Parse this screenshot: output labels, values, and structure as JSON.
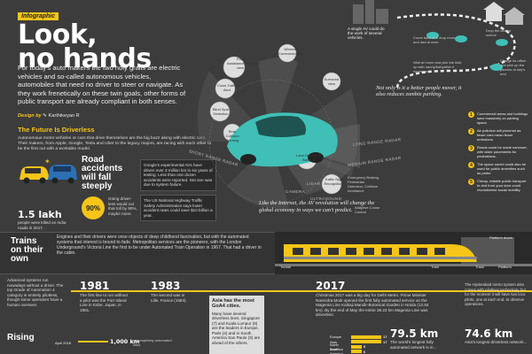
{
  "header": {
    "tag": "Infographic",
    "title_line1": "Look,",
    "title_line2": "no hands",
    "intro": "For today's auto makers the two holy grails are electric vehicles and so-called autonomous vehicles, automobiles that need no driver to steer or navigate. As they work frenetically on these twin goals, other forms of public transport are already compliant in both senses.",
    "credit_label": "Design by",
    "credit_name": "Karthikeyan R"
  },
  "driverless": {
    "heading": "The Future Is Driverless",
    "text": "Autonomous motor vehicles or cars that drive themselves are the big buzz along with electric cars. Their makers, from Apple, Google, Tesla and Uber to the legacy majors, are racing with each other to be the first out with a workable model."
  },
  "accidents": {
    "title": "Road accidents will fall steeply",
    "killed_value": "1.5 lakh",
    "killed_text": "people were killed on India roads in 2017.",
    "pct": "90%",
    "pct_text": "Going driver-less would cut that toll by 90%, maybe more.",
    "google_text": "Google's experimental AVs have driven over 3 million km in six years of testing. Less than one dozen accidents were reported. Not one was due to system failure.",
    "nhtsa_text": "The US National Highway Traffic Safety Administration says lower accident rates could save $10 billion a year."
  },
  "sensors": {
    "park_assist": "Park Assistance/Surround view",
    "cross_traffic": "Cross Traffic Alert",
    "blind_spot": "Blind Spot Detection",
    "surround_view": "Surround view",
    "rear_collision": "Rear Collision Warning",
    "wireless": "Wireless Communication",
    "lane_departure": "Lane Departure Warning",
    "traffic_sign": "Traffic Sign Recognition",
    "emergency": "Emergency Braking, Pedestrian Detection, Collision Avoidance",
    "adaptive_cruise": "Adaptive Cruise Control",
    "long_range_radar": "LONG RANGE RADAR",
    "short_range_radar": "SHORT RANGE RADAR",
    "medium_range_radar": "MEDIUM RANGE RADAR",
    "lidar": "LIDAR",
    "camera": "CAMERA",
    "ultrasound": "ULTRASOUND"
  },
  "scenario": {
    "single_av": "A single AV could do the work of several vehicles.",
    "come_back": "Come back and drop mom and dad at work",
    "wait": "Wait at home and pick the kids up with nanny/babysitter if necessary",
    "drop_kids": "Drop the kids at school",
    "charge": "Charge its office and pick up the parents at day's end",
    "better_people": "Not only is it a better people mover, it also reduces zombie parking.",
    "economy": "Like the Internet, the AV revolution will change the global economy in ways we can't predict."
  },
  "benefits": [
    {
      "n": "1",
      "text": "Commercial areas and buildings save massively on parking space."
    },
    {
      "n": "2",
      "text": "Air pollution will plummet as fewer cars mean fewer emissions."
    },
    {
      "n": "3",
      "text": "Roads could be made narrower, with wider pavements for pedestrians."
    },
    {
      "n": "4",
      "text": "The space saved could also be used for public amenities such as parks."
    },
    {
      "n": "5",
      "text": "Cheap, reliable public transport to and from your door could revolutionise social mobility."
    }
  ],
  "trains": {
    "heading": "Trains on their own",
    "text": "Engines and their drivers were once objects of deep childhood fascination, but with the automated systems that interest is bound to fade. Metropolitan services are the pioneers, with the London Underground's Victoria Line the first to be under Automated Train Operation in 1967. That had a driver in the cabin.",
    "tunnel": "Tunnel",
    "train": "Train",
    "track": "Track",
    "platform": "Platform",
    "platform_doors": "Platform doors"
  },
  "timeline": {
    "advanced": "Advanced systems run nowadays without a driver. The top Grade of Automation 4 category is entirely pilotless, though some operators have a human overseer.",
    "y1981": "1981",
    "y1981_text": "The first line to run without a pilot was the Port Island Line in Kobe, Japan, in 1981.",
    "y1983": "1983",
    "y1983_text": "The second was in Lille, France (1983).",
    "asia_title": "Asia has the most GoA4 cities.",
    "asia_text": "Many have several driverless lines. Singapore (7) and Kuala Lumpur (6) are the leaders in Europe, Paris (4) and in South America Sao Paulo (3) are ahead of the others.",
    "y2017": "2017",
    "y2017_text": "Christmas 2017 was a big day for Delhi Metro. Prime Minister Narendra Modi opened the first fully automated service on the Magenta Line Kalkaji Mandir-Botanical Garden in Noida (12.64 km). By the end of May the entire 38.23 km Magenta Line was driverless.",
    "km1": "79.5 km",
    "km1_text": "The world's longest fully automated network is in...",
    "km2": "74.6 km",
    "km2_text": "Asia's longest driverless network...",
    "hyderabad": "The Hyderabad metro system also comes with pilotless technology but for the moment it will have two loco pilots, one at each end, to observe operations."
  },
  "rising": {
    "heading": "Rising",
    "date": "April 2018",
    "km_value": "1,000 km",
    "km_text": "of completely automated lines",
    "regions": [
      {
        "name": "Europe",
        "value": 17
      },
      {
        "name": "Asia",
        "value": 17
      },
      {
        "name": "North America",
        "value": 6
      },
      {
        "name": "South America",
        "value": 6
      }
    ]
  },
  "colors": {
    "accent": "#f5c518",
    "bg": "#3c3c3c",
    "car": "#3fbfb6"
  }
}
